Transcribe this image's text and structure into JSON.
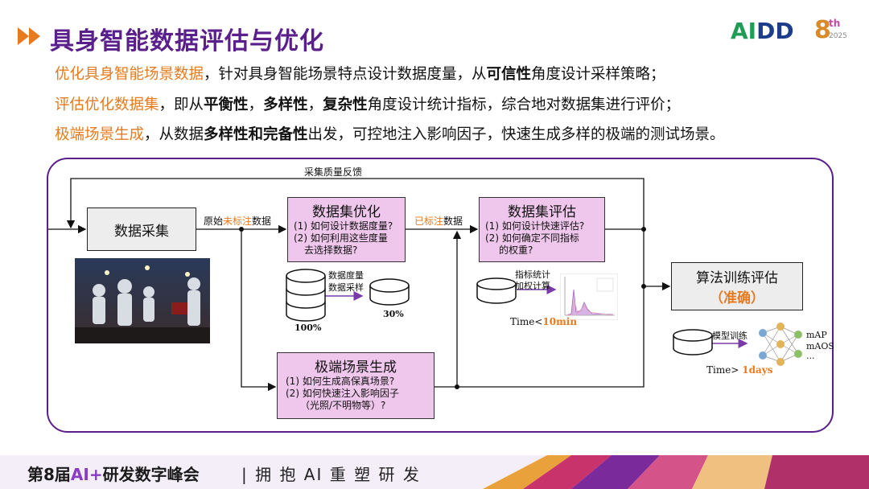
{
  "header": {
    "title": "具身智能数据评估与优化",
    "logo_text": "AIDD",
    "logo_edition": "8",
    "logo_suffix": "th",
    "logo_year": "2025"
  },
  "bullets": {
    "l1_a": "优化具身智能场景数据",
    "l1_b": "，针对具身智能场景特点设计数据度量，从",
    "l1_c": "可信性",
    "l1_d": "角度设计采样策略；",
    "l2_a": "评估优化数据集",
    "l2_b": "，即从",
    "l2_c": "平衡性",
    "l2_d": "，",
    "l2_e": "多样性",
    "l2_f": "，",
    "l2_g": "复杂性",
    "l2_h": "角度设计统计指标，综合地对数据集进行评价；",
    "l3_a": "极端场景生成",
    "l3_b": "，从数据",
    "l3_c": "多样性和完备性",
    "l3_d": "出发，可控地注入影响因子，快速生成多样的极端的测试场景。"
  },
  "diagram": {
    "feedback_label": "采集质量反馈",
    "collect_box": "数据采集",
    "raw_label_a": "原始",
    "raw_label_b": "未标注",
    "raw_label_c": "数据",
    "labeled_label_a": "已标注",
    "labeled_label_b": "数据",
    "optimize": {
      "title": "数据集优化",
      "q1": "(1) 如何设计数据度量?",
      "q2": "(2) 如何利用这些度量",
      "q3": "去选择数据?"
    },
    "evaluate": {
      "title": "数据集评估",
      "q1": "(1) 如何设计快速评估?",
      "q2": "(2) 如何确定不同指标",
      "q3": "的权重?"
    },
    "extreme": {
      "title": "极端场景生成",
      "q1": "(1) 如何生成高保真场景?",
      "q2": "(2) 如何快速注入影响因子",
      "q3": "（光照/不明物等）?"
    },
    "train": {
      "title": "算法训练评估",
      "sub": "（准确）"
    },
    "metric_label_1": "数据度量",
    "metric_label_2": "数据采样",
    "pct_100": "100%",
    "pct_30": "30%",
    "stat_label_1": "指标统计",
    "stat_label_2": "加权计算",
    "time1_a": "Time<",
    "time1_b": "10min",
    "model_label": "模型训练",
    "time2_a": "Time>",
    "time2_b": "1days",
    "metrics": [
      "mAP",
      "mAOS",
      "..."
    ]
  },
  "footer": {
    "prefix": "第8届",
    "ai": "AI+",
    "rest": "研发数字峰会",
    "slogan": "| 拥 抱 AI  重 塑 研 发"
  },
  "colors": {
    "purple": "#5b1f8c",
    "orange": "#e67a1e",
    "pink_box": "#efc7ec"
  }
}
